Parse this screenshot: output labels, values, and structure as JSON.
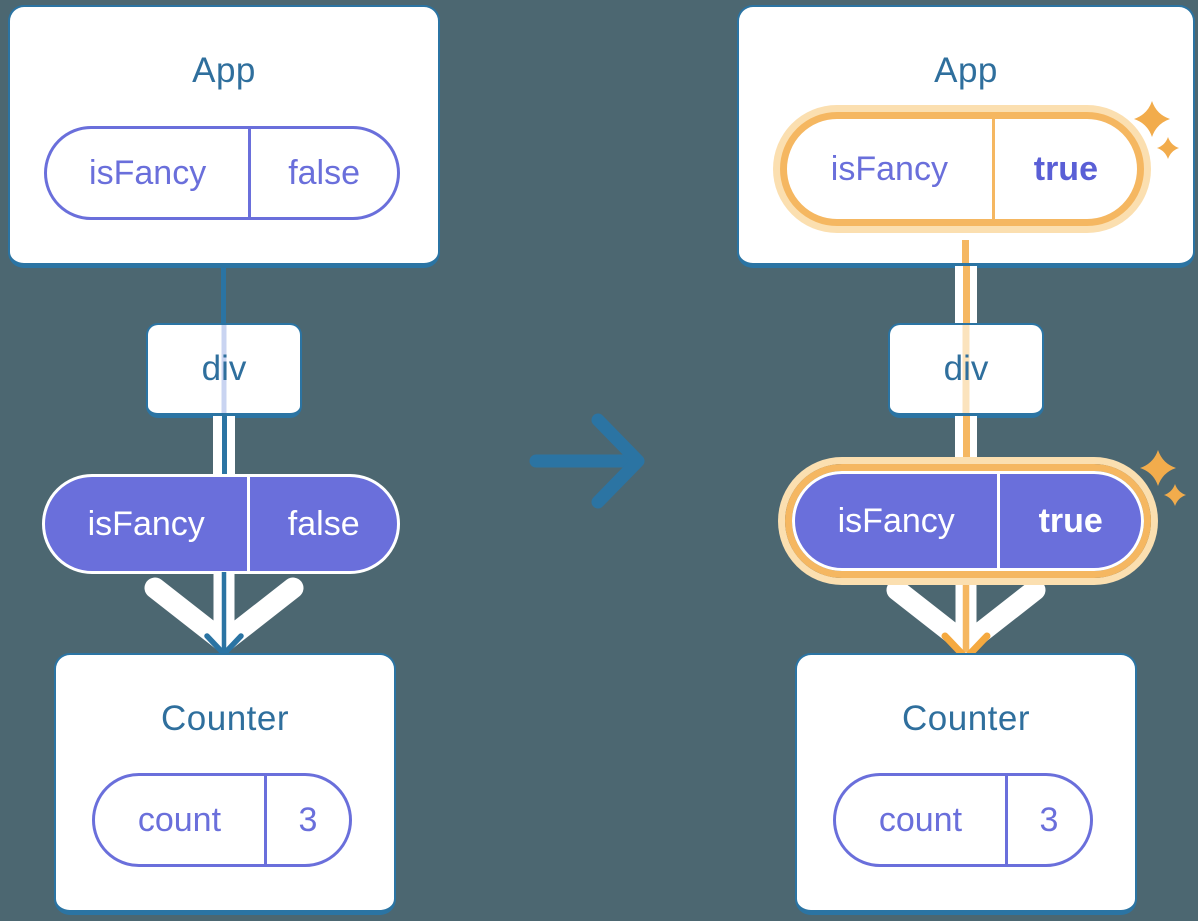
{
  "colors": {
    "background": "#4C6771",
    "card_fill": "#FFFFFF",
    "card_border": "#2B74A3",
    "title_text": "#2F6F9D",
    "connector_teal": "#2B74A3",
    "pill_purple": "#6A6FDB",
    "value_bold_purple": "#5A5FD6",
    "highlight_orange": "#F5B761",
    "highlight_glow": "#FBDFB0",
    "flow_orange": "#F5A93F",
    "sparkle_orange": "#F2AC4C",
    "thru_lavender": "#C9D4F1",
    "thru_pale_orange": "#FBE3BD"
  },
  "before": {
    "app_title": "App",
    "state_pill": {
      "name": "isFancy",
      "value": "false"
    },
    "div_label": "div",
    "passed_pill": {
      "name": "isFancy",
      "value": "false"
    },
    "counter_title": "Counter",
    "counter_pill": {
      "name": "count",
      "value": "3"
    }
  },
  "after": {
    "app_title": "App",
    "state_pill": {
      "name": "isFancy",
      "value": "true"
    },
    "div_label": "div",
    "passed_pill": {
      "name": "isFancy",
      "value": "true"
    },
    "counter_title": "Counter",
    "counter_pill": {
      "name": "count",
      "value": "3"
    }
  },
  "transition_arrow": {
    "icon": "right-arrow",
    "meaning": "state change from false to true"
  },
  "sparkles": {
    "icon": "sparkle",
    "count": 4
  }
}
